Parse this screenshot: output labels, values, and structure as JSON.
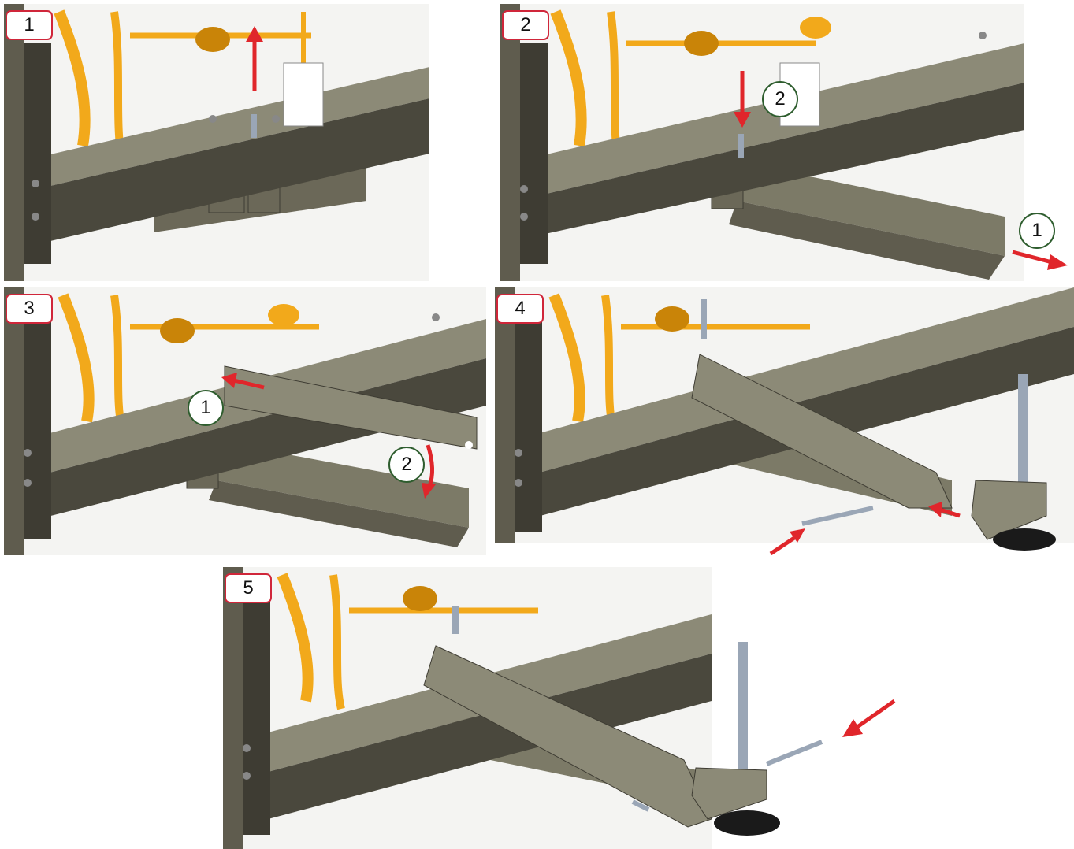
{
  "steps": [
    {
      "number": "1",
      "callouts": []
    },
    {
      "number": "2",
      "callouts": [
        "2",
        "1"
      ]
    },
    {
      "number": "3",
      "callouts": [
        "1",
        "2"
      ]
    },
    {
      "number": "4",
      "callouts": []
    },
    {
      "number": "5",
      "callouts": []
    }
  ],
  "colors": {
    "beam": "#5f5c4e",
    "beam_light": "#8c8a77",
    "beam_dark": "#3e3c33",
    "pipe": "#f2a91b",
    "pipe_dark": "#c98408",
    "arrow": "#e0262b",
    "badge_border": "#d0263a",
    "callout_border": "#2e5d2e",
    "pin": "#9aa6b6",
    "foot": "#1a1a1a"
  },
  "icons": [
    "red-arrow-icon",
    "numbered-callout-icon"
  ]
}
